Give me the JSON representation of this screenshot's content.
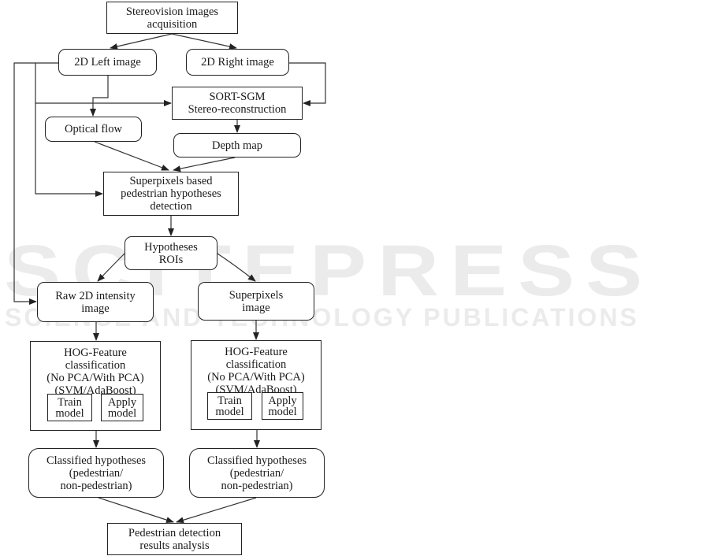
{
  "watermark": {
    "main": "SCITEPRESS",
    "sub": "SCIENCE AND TECHNOLOGY PUBLICATIONS"
  },
  "nodes": {
    "acquisition": {
      "lines": [
        "Stereovision images",
        "acquisition"
      ]
    },
    "left_image": {
      "lines": [
        "2D Left image"
      ]
    },
    "right_image": {
      "lines": [
        "2D Right image"
      ]
    },
    "sort_sgm": {
      "lines": [
        "SORT-SGM",
        "Stereo-reconstruction"
      ]
    },
    "optical_flow": {
      "lines": [
        "Optical flow"
      ]
    },
    "depth_map": {
      "lines": [
        "Depth map"
      ]
    },
    "superpixels_detection": {
      "lines": [
        "Superpixels based",
        "pedestrian hypotheses",
        "detection"
      ]
    },
    "hypotheses_rois": {
      "lines": [
        "Hypotheses",
        "ROIs"
      ]
    },
    "raw_intensity": {
      "lines": [
        "Raw 2D intensity",
        "image"
      ]
    },
    "superpixels_image": {
      "lines": [
        "Superpixels",
        "image"
      ]
    },
    "hog_left": {
      "lines": [
        "HOG-Feature",
        "classification",
        "(No PCA/With PCA)",
        "(SVM/AdaBoost)"
      ],
      "train": [
        "Train",
        "model"
      ],
      "apply": [
        "Apply",
        "model"
      ]
    },
    "hog_right": {
      "lines": [
        "HOG-Feature",
        "classification",
        "(No PCA/With PCA)",
        "(SVM/AdaBoost)"
      ],
      "train": [
        "Train",
        "model"
      ],
      "apply": [
        "Apply",
        "model"
      ]
    },
    "classified_left": {
      "lines": [
        "Classified hypotheses",
        "(pedestrian/",
        "non-pedestrian)"
      ]
    },
    "classified_right": {
      "lines": [
        "Classified hypotheses",
        "(pedestrian/",
        "non-pedestrian)"
      ]
    },
    "results": {
      "lines": [
        "Pedestrian detection",
        "results analysis"
      ]
    }
  },
  "edges": [
    [
      "acquisition",
      "left_image"
    ],
    [
      "acquisition",
      "right_image"
    ],
    [
      "left_image",
      "optical_flow"
    ],
    [
      "left_image",
      "sort_sgm"
    ],
    [
      "right_image",
      "sort_sgm"
    ],
    [
      "sort_sgm",
      "depth_map"
    ],
    [
      "optical_flow",
      "superpixels_detection"
    ],
    [
      "depth_map",
      "superpixels_detection"
    ],
    [
      "left_image",
      "superpixels_detection"
    ],
    [
      "superpixels_detection",
      "hypotheses_rois"
    ],
    [
      "hypotheses_rois",
      "raw_intensity"
    ],
    [
      "hypotheses_rois",
      "superpixels_image"
    ],
    [
      "left_image",
      "raw_intensity"
    ],
    [
      "raw_intensity",
      "hog_left"
    ],
    [
      "superpixels_image",
      "hog_right"
    ],
    [
      "hog_left",
      "classified_left"
    ],
    [
      "hog_right",
      "classified_right"
    ],
    [
      "classified_left",
      "results"
    ],
    [
      "classified_right",
      "results"
    ]
  ]
}
